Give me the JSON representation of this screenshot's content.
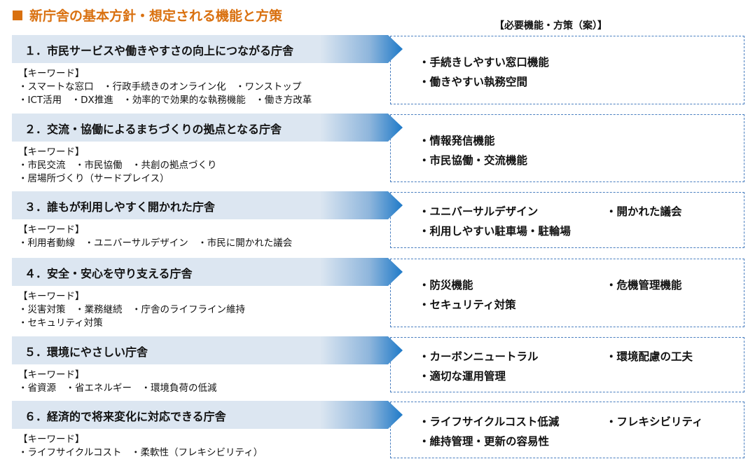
{
  "title": "新庁舎の基本方針・想定される機能と方策",
  "required_header": "【必要機能・方策（案）】",
  "keyword_label": "【キーワード】",
  "rows": [
    {
      "heading": "１．市民サービスや働きやすさの向上につながる庁舎",
      "keywords": [
        "・スマートな窓口　・行政手続きのオンライン化　・ワンストップ",
        "・ICT活用　・DX推進　・効率的で効果的な執務機能　・働き方改革"
      ],
      "measures": [
        "・手続きしやすい窓口機能",
        "・働きやすい執務空間"
      ]
    },
    {
      "heading": "２．交流・協働によるまちづくりの拠点となる庁舎",
      "keywords": [
        "・市民交流　・市民協働　・共創の拠点づくり",
        "・居場所づくり（サードプレイス）"
      ],
      "measures": [
        "・情報発信機能",
        "・市民協働・交流機能"
      ]
    },
    {
      "heading": "３．誰もが利用しやすく開かれた庁舎",
      "keywords": [
        "・利用者動線　・ユニバーサルデザイン　・市民に開かれた議会"
      ],
      "measures": [
        "・ユニバーサルデザイン",
        "・利用しやすい駐車場・駐輪場",
        "・開かれた議会"
      ]
    },
    {
      "heading": "４．安全・安心を守り支える庁舎",
      "keywords": [
        "・災害対策　・業務継続　・庁舎のライフライン維持",
        "・セキュリティ対策"
      ],
      "measures": [
        "・防災機能",
        "・セキュリティ対策",
        "・危機管理機能"
      ]
    },
    {
      "heading": "５．環境にやさしい庁舎",
      "keywords": [
        "・省資源　・省エネルギー　・環境負荷の低減"
      ],
      "measures": [
        "・カーボンニュートラル",
        "・適切な運用管理",
        "・環境配慮の工夫"
      ]
    },
    {
      "heading": "６．経済的で将来変化に対応できる庁舎",
      "keywords": [
        "・ライフサイクルコスト　・柔軟性（フレキシビリティ）"
      ],
      "measures": [
        "・ライフサイクルコスト低減",
        "・維持管理・更新の容易性",
        "・フレキシビリティ"
      ]
    }
  ]
}
